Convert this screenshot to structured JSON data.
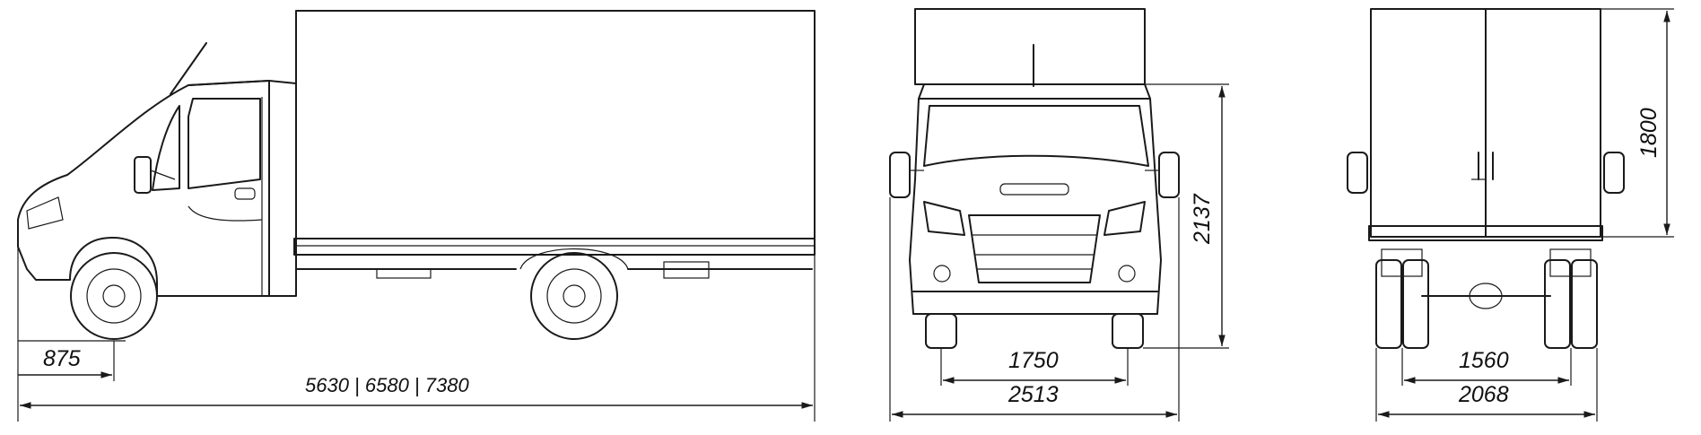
{
  "dimensions": {
    "front_overhang": "875",
    "overall_length": "5630 | 6580 | 7380",
    "front_track": "1750",
    "front_width": "2513",
    "height": "2137",
    "rear_track": "1560",
    "rear_width": "2068",
    "body_height": "1800"
  }
}
